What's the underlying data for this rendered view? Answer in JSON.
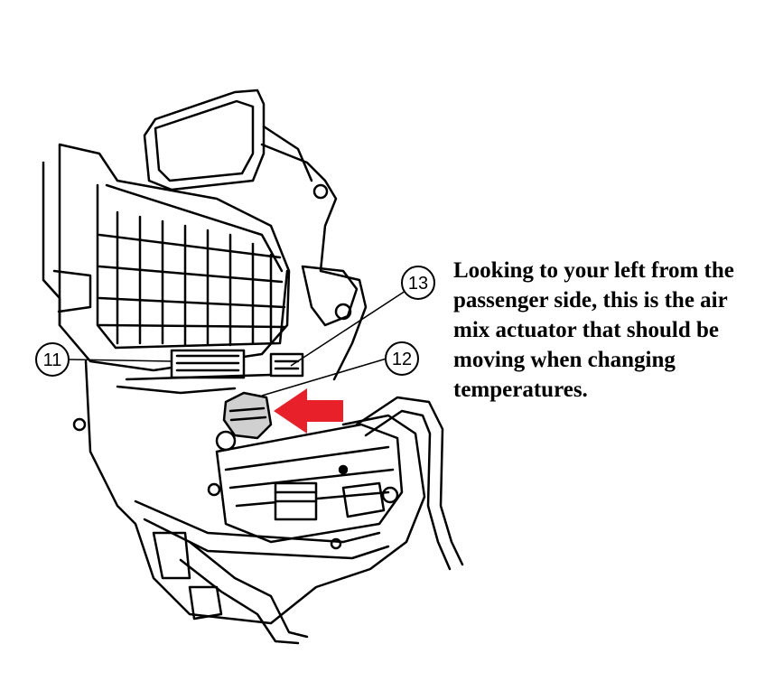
{
  "diagram": {
    "callouts": [
      {
        "number": "11"
      },
      {
        "number": "12"
      },
      {
        "number": "13"
      }
    ],
    "annotation": "Looking to your left from the passenger side, this is the air mix actuator that should be moving when changing temperatures.",
    "arrow_color": "#e8202a",
    "line_color": "#000000"
  }
}
